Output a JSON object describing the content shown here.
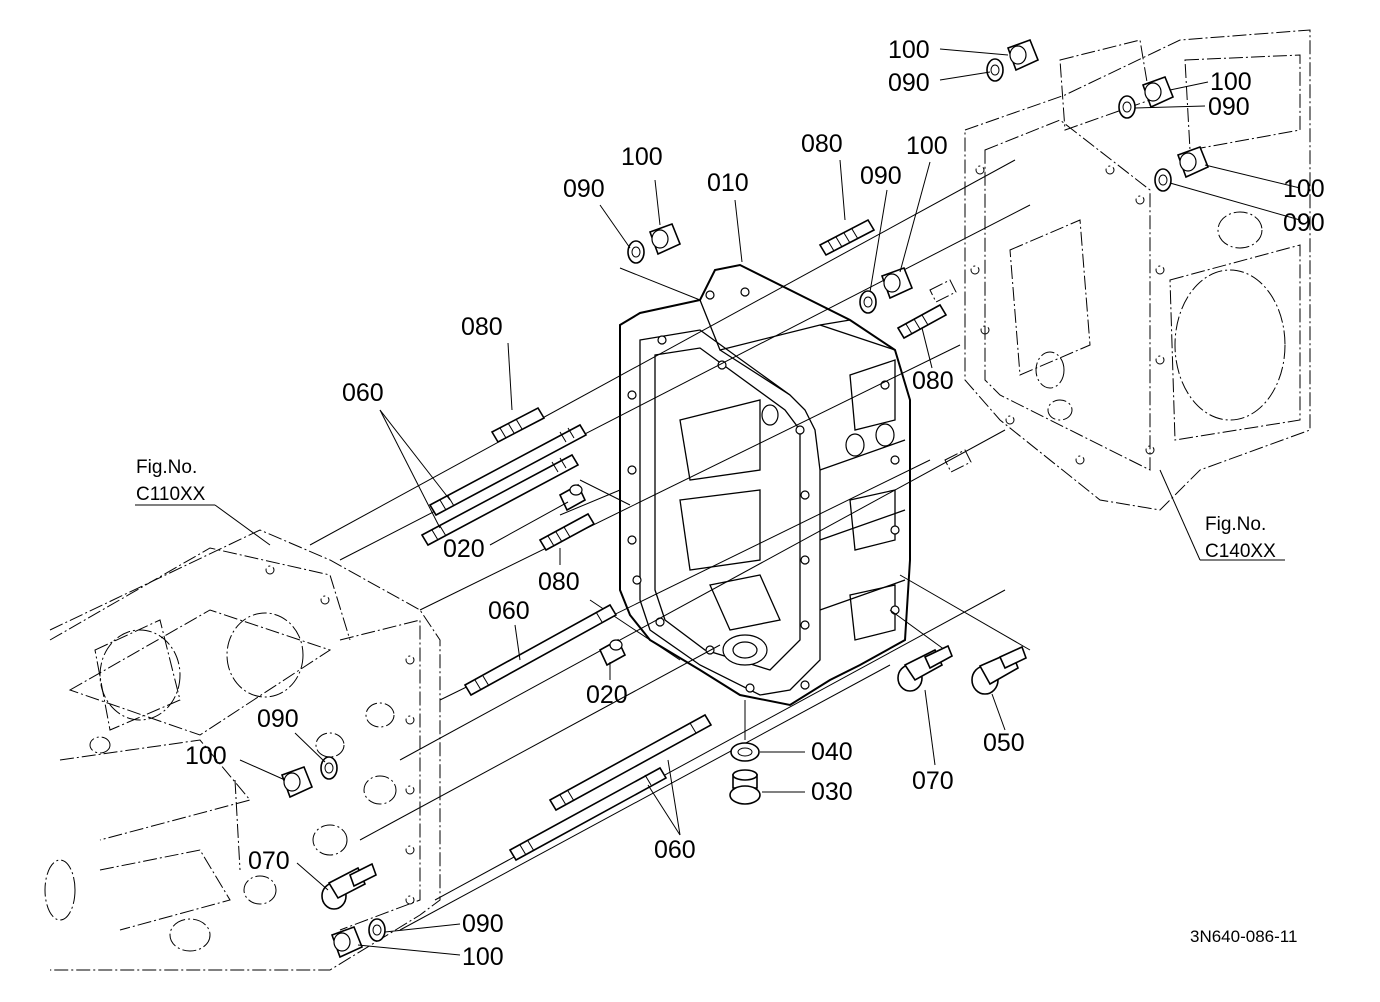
{
  "figure_code": "3N640-086-11",
  "references": [
    {
      "id": "ref-left",
      "line1": "Fig.No.",
      "line2": "C110XX"
    },
    {
      "id": "ref-right",
      "line1": "Fig.No.",
      "line2": "C140XX"
    }
  ],
  "labels": [
    {
      "id": "l1",
      "text": "100"
    },
    {
      "id": "l2",
      "text": "090"
    },
    {
      "id": "l3",
      "text": "100"
    },
    {
      "id": "l4",
      "text": "090"
    },
    {
      "id": "l5",
      "text": "100"
    },
    {
      "id": "l6",
      "text": "090"
    },
    {
      "id": "l7",
      "text": "090"
    },
    {
      "id": "l8",
      "text": "100"
    },
    {
      "id": "l9",
      "text": "010"
    },
    {
      "id": "l10",
      "text": "080"
    },
    {
      "id": "l11",
      "text": "090"
    },
    {
      "id": "l12",
      "text": "100"
    },
    {
      "id": "l13",
      "text": "080"
    },
    {
      "id": "l14",
      "text": "080"
    },
    {
      "id": "l15",
      "text": "060"
    },
    {
      "id": "l16",
      "text": "020"
    },
    {
      "id": "l17",
      "text": "080"
    },
    {
      "id": "l18",
      "text": "060"
    },
    {
      "id": "l19",
      "text": "020"
    },
    {
      "id": "l20",
      "text": "090"
    },
    {
      "id": "l21",
      "text": "100"
    },
    {
      "id": "l22",
      "text": "040"
    },
    {
      "id": "l23",
      "text": "030"
    },
    {
      "id": "l24",
      "text": "070"
    },
    {
      "id": "l25",
      "text": "050"
    },
    {
      "id": "l26",
      "text": "060"
    },
    {
      "id": "l27",
      "text": "070"
    },
    {
      "id": "l28",
      "text": "090"
    },
    {
      "id": "l29",
      "text": "100"
    }
  ]
}
